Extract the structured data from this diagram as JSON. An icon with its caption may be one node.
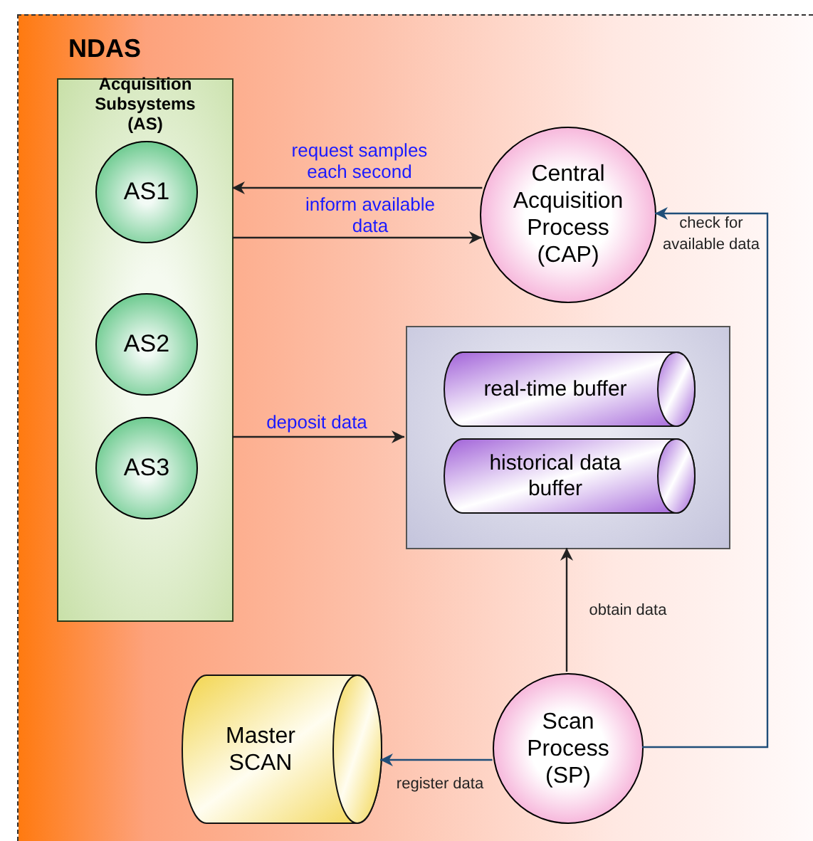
{
  "diagram": {
    "nodes": [
      {
        "text": [
          "NDAS"
        ]
      },
      {
        "text": [
          "Acquisition Subsystems (AS)"
        ],
        "in": 0
      },
      {
        "text": [
          "AS1"
        ],
        "in": 1
      },
      {
        "text": [
          "AS2"
        ],
        "in": 1
      },
      {
        "text": [
          "AS3"
        ],
        "in": 1
      },
      {
        "text": [
          "Central Acquisition Process (CAP)"
        ],
        "in": 0
      },
      {
        "text": [],
        "shape": "box",
        "in": 0
      },
      {
        "text": [
          "real-time buffer"
        ],
        "in": 6
      },
      {
        "text": [
          "historical data buffer"
        ],
        "in": 6
      },
      {
        "text": [
          "Master SCAN"
        ],
        "in": 0
      },
      {
        "text": [
          "Scan Process (SP)"
        ],
        "in": 0
      }
    ],
    "edges": [
      {
        "from": 5,
        "to": 1,
        "arrow": "to",
        "label": "request samples each second"
      },
      {
        "from": 1,
        "to": 5,
        "arrow": "to",
        "label": "inform available data"
      },
      {
        "from": 1,
        "to": 6,
        "arrow": "to",
        "label": "deposit data"
      },
      {
        "from": 10,
        "to": 6,
        "arrow": "to",
        "label": "obtain data"
      },
      {
        "from": 10,
        "to": 5,
        "arrow": "to",
        "label": "check for available data",
        "color": "#1f4e79"
      },
      {
        "from": 10,
        "to": 9,
        "arrow": "to",
        "label": "register data",
        "color": "#1f4e79"
      }
    ]
  }
}
